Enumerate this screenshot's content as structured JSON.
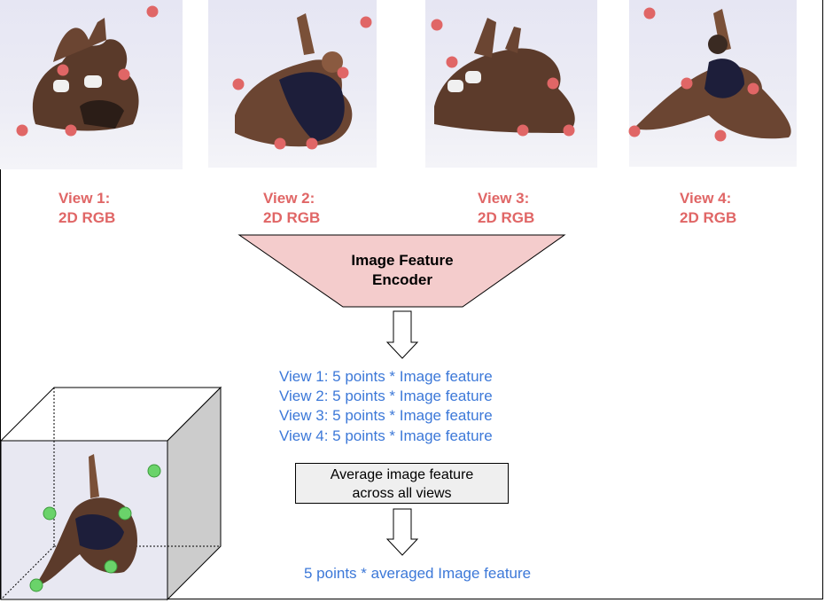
{
  "views": [
    {
      "label_line1": "View 1:",
      "label_line2": "2D RGB"
    },
    {
      "label_line1": "View 2:",
      "label_line2": "2D RGB"
    },
    {
      "label_line1": "View 3:",
      "label_line2": "2D RGB"
    },
    {
      "label_line1": "View 4:",
      "label_line2": "2D RGB"
    }
  ],
  "encoder": {
    "line1": "Image Feature",
    "line2": "Encoder",
    "fill": "#f4cccc"
  },
  "features": [
    "View 1: 5 points * Image feature",
    "View 2: 5 points * Image feature",
    "View 3: 5 points * Image feature",
    "View 4: 5 points * Image feature"
  ],
  "average_box": {
    "line1": "Average image feature",
    "line2": "across all views"
  },
  "result": "5 points * averaged Image feature",
  "colors": {
    "view_label": "#e06666",
    "feature_text": "#3c78d8",
    "red_point": "#e06666",
    "green_point": "#6ad36a"
  }
}
